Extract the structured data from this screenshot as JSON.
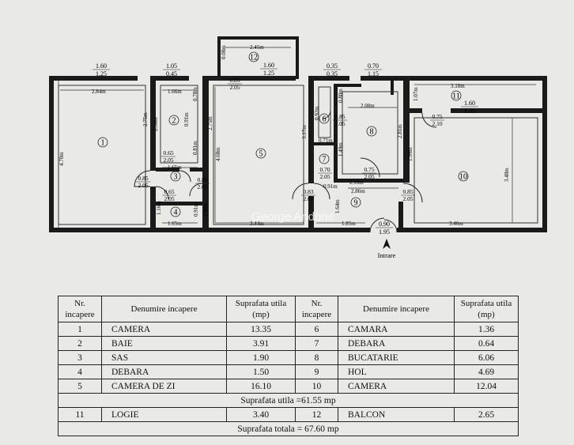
{
  "plan": {
    "watermark": "George Andone",
    "entrance_label": "Intrare",
    "room_numbers": [
      "1",
      "2",
      "3",
      "4",
      "5",
      "6",
      "7",
      "8",
      "9",
      "10",
      "11",
      "12"
    ],
    "wall_labels": {
      "top_1_a": "1.60",
      "top_1_b": "1.25",
      "top_2_a": "1.05",
      "top_2_b": "0.45",
      "top_3_a": "0.35",
      "top_3_b": "0.35",
      "top_4_a": "0.70",
      "top_4_b": "1.15",
      "top_5_a": "1.60",
      "top_5_b": "1.25",
      "r11_a": "1.60",
      "r11_b": "1.25",
      "entry_a": "0.90",
      "entry_b": "1.95"
    },
    "door_labels": {
      "d1_a": "0.85",
      "d1_b": "2.05",
      "d2_a": "0.65",
      "d2_b": "2.05",
      "d3_a": "0.65",
      "d3_b": "2.05",
      "d4_a": "0.85",
      "d4_b": "2.05",
      "d5_a": "0.85",
      "d5_b": "2.05",
      "d6_a": "0.85",
      "d6_b": "2.05",
      "d7_a": "0.70",
      "d7_b": "2.05",
      "d8_a": "0.75",
      "d8_b": "2.05",
      "d9_a": "0.83",
      "d9_b": "2.05",
      "d10_a": "0.85",
      "d10_b": "2.05",
      "d11_a": "0.75",
      "d11_b": "2.10"
    },
    "dimensions": {
      "r1_w": "2.84m",
      "r1_h": "4.70m",
      "r2_w": "1.66m",
      "r2_h": "2.50m",
      "r3_w": "1.65m",
      "r4_w": "1.65m",
      "r4_h": "1.16m",
      "r5_w": "3.44m",
      "r5_h": "4.68m",
      "r5_h2": "2.75m",
      "r6_h": "0.92m",
      "r7_w": "0.71m",
      "r7_h": "1.49m",
      "r8_w": "2.08m",
      "r8_h": "2.81m",
      "r9_w": "2.86m",
      "r9_w2": "2.16m",
      "r9_h": "1.64m",
      "r10_w": "3.46m",
      "r10_h": "3.48m",
      "r11_w": "3.18m",
      "r12_w": "2.45m",
      "hall_bottom": "1.85m",
      "misc_a": "0.78m",
      "misc_b": "0.91m",
      "misc_c": "0.81m",
      "misc_d": "0.91m",
      "misc_e": "1.08m",
      "misc_f": "2.75m",
      "misc_g": "3.17m",
      "misc_h": "0.80m",
      "misc_i": "1.07m",
      "misc_j": "1.99m",
      "misc_k": "0.91m",
      "misc_l": "0.08m"
    }
  },
  "table": {
    "headers": [
      "Nr. incapere",
      "Denumire incapere",
      "Suprafata utila (mp)",
      "Nr. incapere",
      "Denumire incapere",
      "Suprafata utila (mp)"
    ],
    "rows": [
      [
        "1",
        "CAMERA",
        "13.35",
        "6",
        "CAMARA",
        "1.36"
      ],
      [
        "2",
        "BAIE",
        "3.91",
        "7",
        "DEBARA",
        "0.64"
      ],
      [
        "3",
        "SAS",
        "1.90",
        "8",
        "BUCATARIE",
        "6.06"
      ],
      [
        "4",
        "DEBARA",
        "1.50",
        "9",
        "HOL",
        "4.69"
      ],
      [
        "5",
        "CAMERA DE ZI",
        "16.10",
        "10",
        "CAMERA",
        "12.04"
      ]
    ],
    "useful_total": "Suprafata utila =61.55 mp",
    "extra_row": [
      "11",
      "LOGIE",
      "3.40",
      "12",
      "BALCON",
      "2.65"
    ],
    "grand_total": "Suprafata totala = 67.60  mp"
  }
}
